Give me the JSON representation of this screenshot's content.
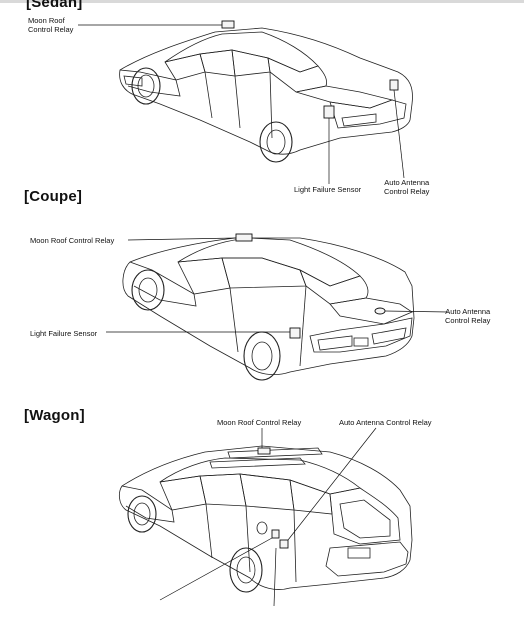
{
  "sections": {
    "sedan": {
      "title": "[Sedan]",
      "labels": {
        "moon_roof": "Moon Roof\nControl Relay",
        "light_failure": "Light Failure Sensor",
        "auto_antenna": "Auto Antenna\nControl Relay"
      }
    },
    "coupe": {
      "title": "[Coupe]",
      "labels": {
        "moon_roof": "Moon Roof Control Relay",
        "light_failure": "Light Failure Sensor",
        "auto_antenna": "Auto Antenna\nControl Relay"
      }
    },
    "wagon": {
      "title": "[Wagon]",
      "labels": {
        "moon_roof": "Moon Roof Control Relay",
        "auto_antenna": "Auto Antenna Control Relay"
      }
    }
  }
}
